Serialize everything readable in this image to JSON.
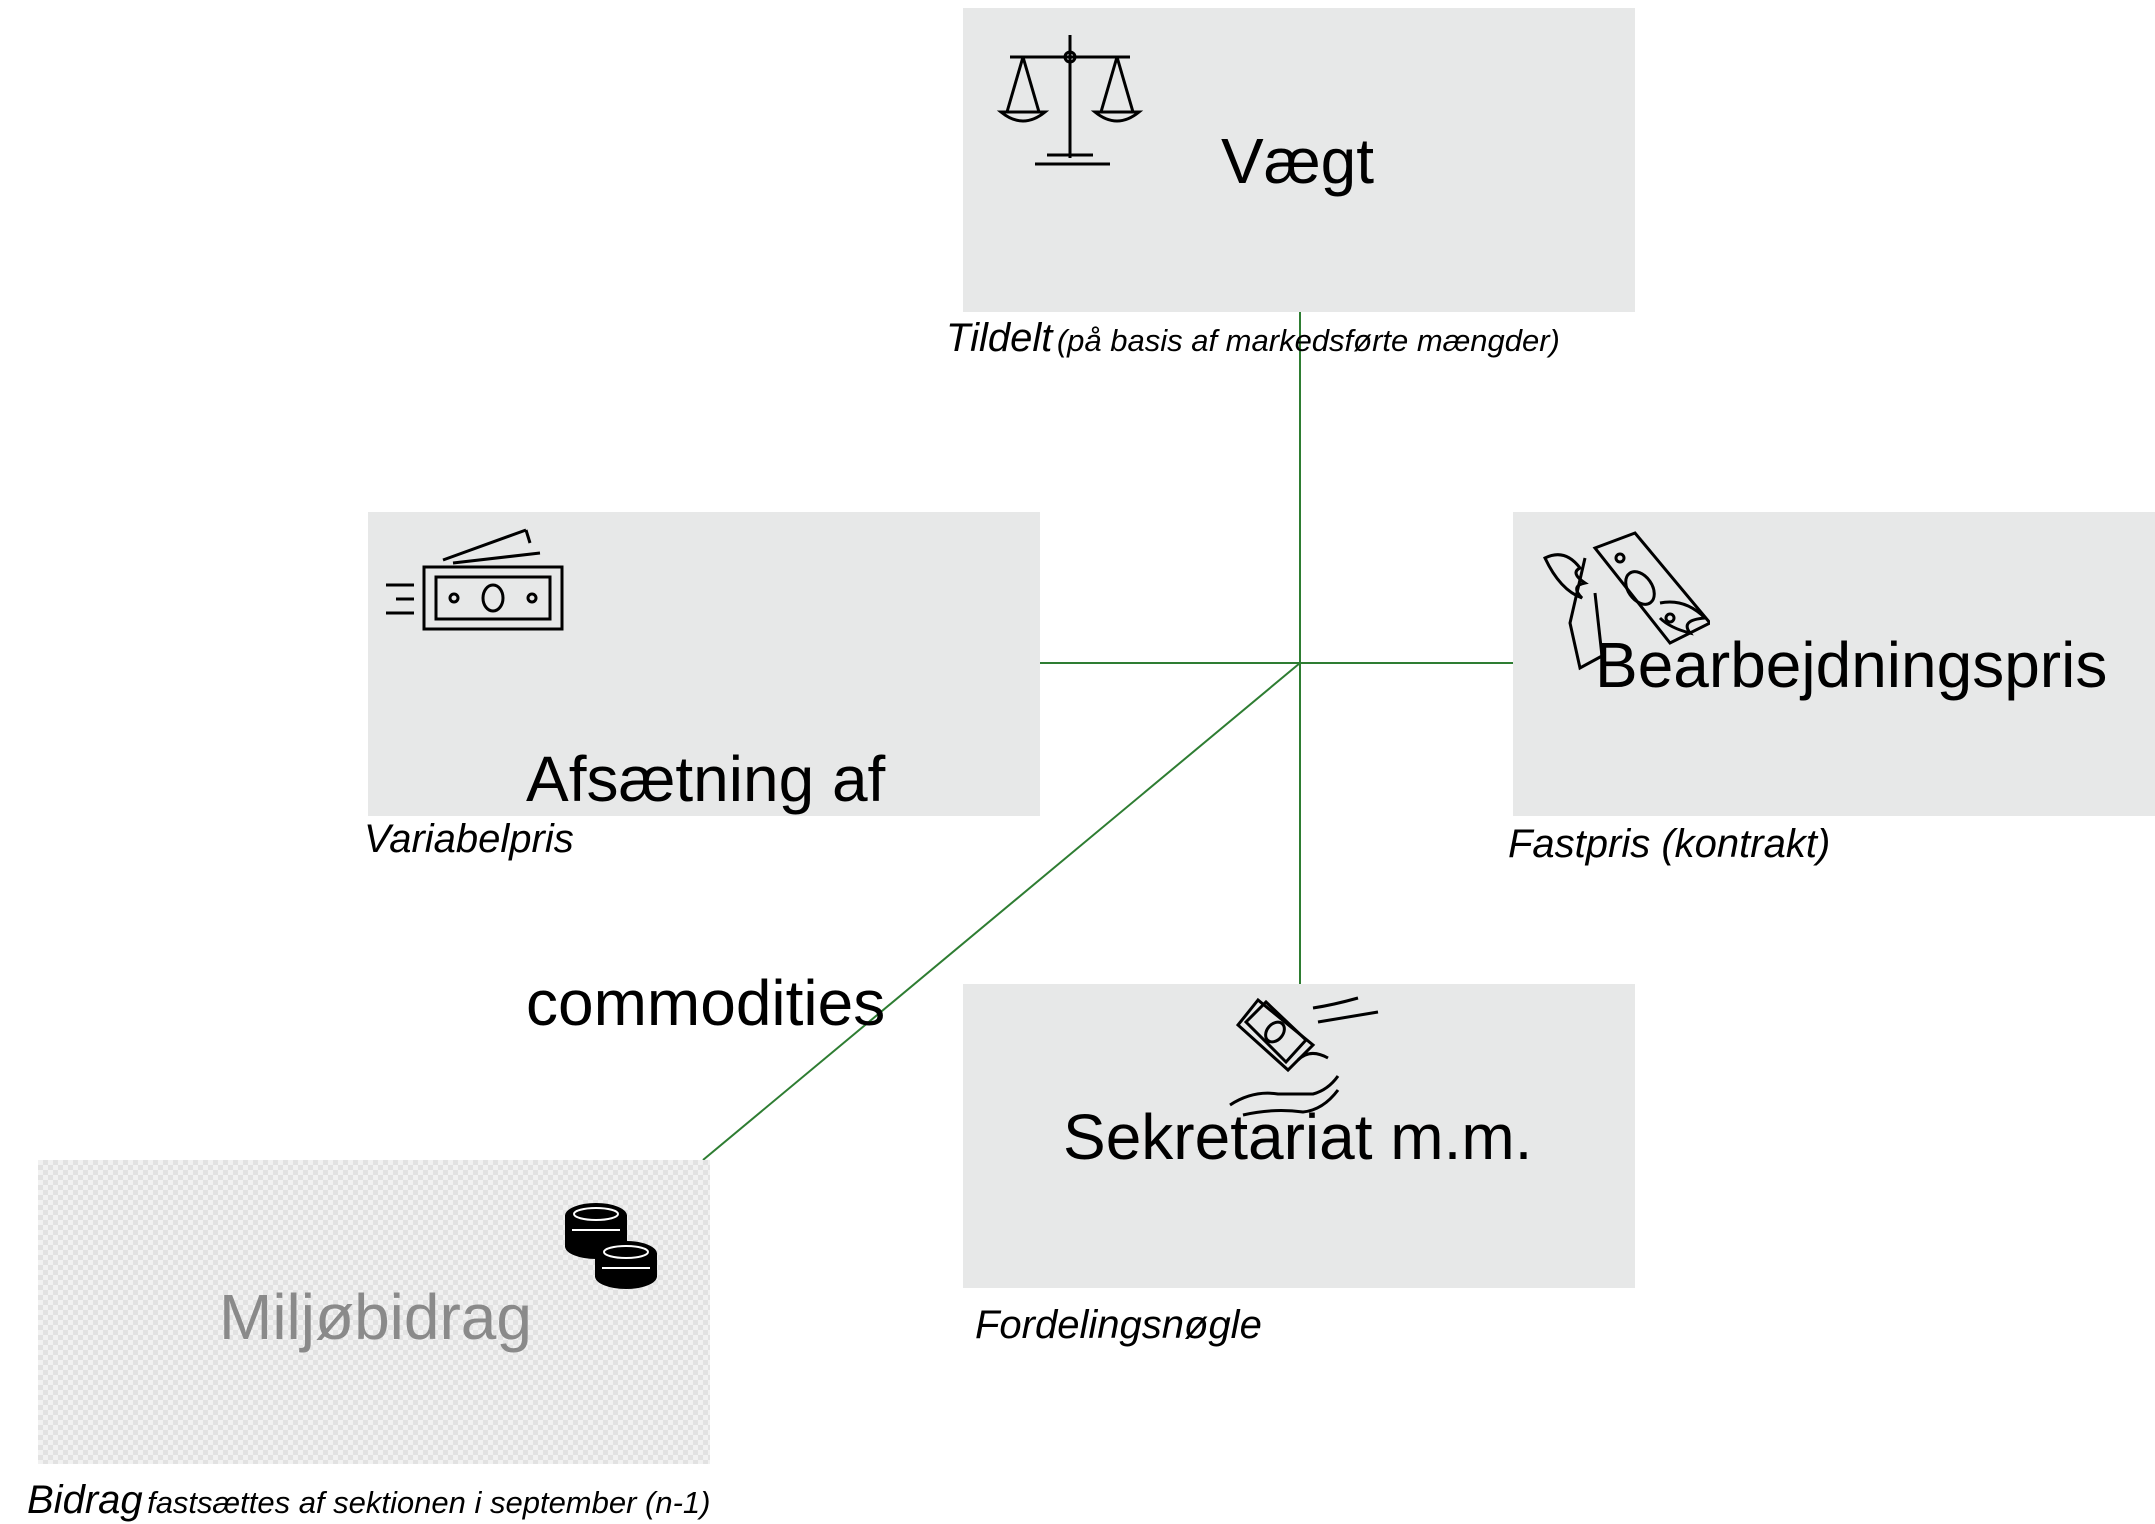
{
  "diagram": {
    "center_node": "Vægt",
    "nodes": {
      "vaegt": {
        "label": "Vægt",
        "icon": "scale-icon",
        "caption_main": "Tildelt",
        "caption_sub": "(på basis af markedsførte mængder)"
      },
      "afsaetning": {
        "label_line1": "Afsætning af",
        "label_line2": "commodities",
        "icon": "cash-bills-icon",
        "caption": "Variabelpris"
      },
      "bearbejdning": {
        "label": "Bearbejdningspris",
        "icon": "flying-money-icon",
        "caption": "Fastpris (kontrakt)"
      },
      "sekretariat": {
        "label": "Sekretariat m.m.",
        "icon": "money-handover-icon",
        "caption": "Fordelingsnøgle"
      },
      "miljobidrag": {
        "label": "Miljøbidrag",
        "icon": "coins-stack-icon",
        "caption_main": "Bidrag",
        "caption_sub": "fastsættes af sektionen i september (n-1)"
      }
    },
    "colors": {
      "box_fill": "#e7e8e8",
      "connector": "#2e7d32",
      "muted_text": "#8a8a8a"
    }
  }
}
